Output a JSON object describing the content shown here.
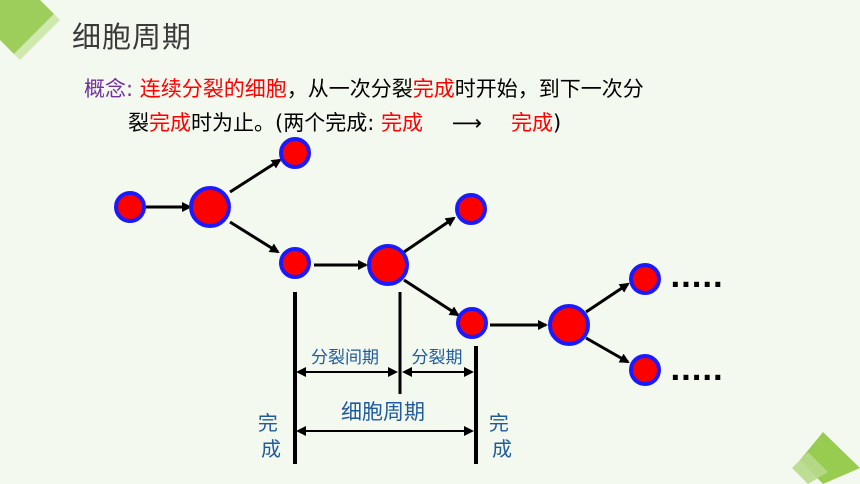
{
  "title": "细胞周期",
  "concept": {
    "label": "概念:",
    "def_red": "连续分裂的细胞",
    "part1": "，从一次分裂",
    "complete": "完成",
    "part2": "时开始，到下一次分",
    "line2_a": "裂",
    "line2_b": "时为止。(两个完成:",
    "paren_close": ")"
  },
  "diagram": {
    "interphase_label": "分裂间期",
    "mitosis_label": "分裂期",
    "cycle_label": "细胞周期",
    "left_complete": "完成",
    "right_complete": "完成",
    "ellipsis_top": ".....",
    "ellipsis_bottom": "....."
  },
  "colors": {
    "cell_fill": "#ff0000",
    "cell_stroke": "#1a1aff",
    "label_blue": "#1f5a9e",
    "accent_green": "#8dc63f",
    "title_text": "#3a3a3a"
  }
}
